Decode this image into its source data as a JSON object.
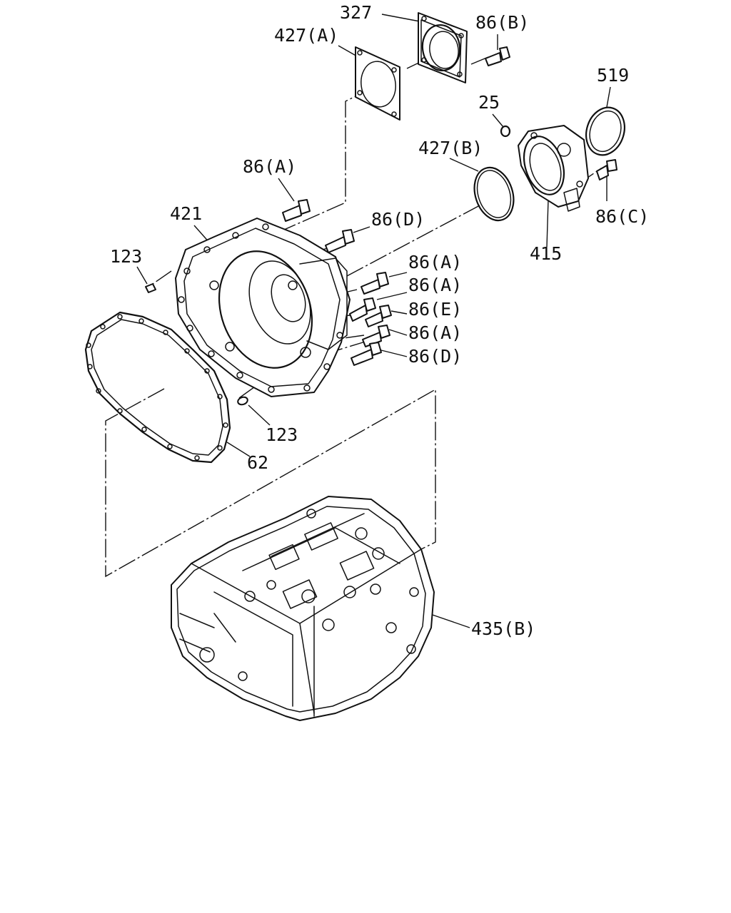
{
  "diagram": {
    "parts": [
      {
        "id": "p327",
        "label": "327"
      },
      {
        "id": "p86B",
        "label": "86(B)"
      },
      {
        "id": "p427A",
        "label": "427(A)"
      },
      {
        "id": "p519",
        "label": "519"
      },
      {
        "id": "p25",
        "label": "25"
      },
      {
        "id": "p427B",
        "label": "427(B)"
      },
      {
        "id": "p86A_top",
        "label": "86(A)"
      },
      {
        "id": "p421",
        "label": "421"
      },
      {
        "id": "p86D_top",
        "label": "86(D)"
      },
      {
        "id": "p86C",
        "label": "86(C)"
      },
      {
        "id": "p123_top",
        "label": "123"
      },
      {
        "id": "p415",
        "label": "415"
      },
      {
        "id": "p86A_1",
        "label": "86(A)"
      },
      {
        "id": "p86A_2",
        "label": "86(A)"
      },
      {
        "id": "p86E",
        "label": "86(E)"
      },
      {
        "id": "p86A_3",
        "label": "86(A)"
      },
      {
        "id": "p86D_2",
        "label": "86(D)"
      },
      {
        "id": "p123_bot",
        "label": "123"
      },
      {
        "id": "p62",
        "label": "62"
      },
      {
        "id": "p435B",
        "label": "435(B)"
      }
    ]
  }
}
